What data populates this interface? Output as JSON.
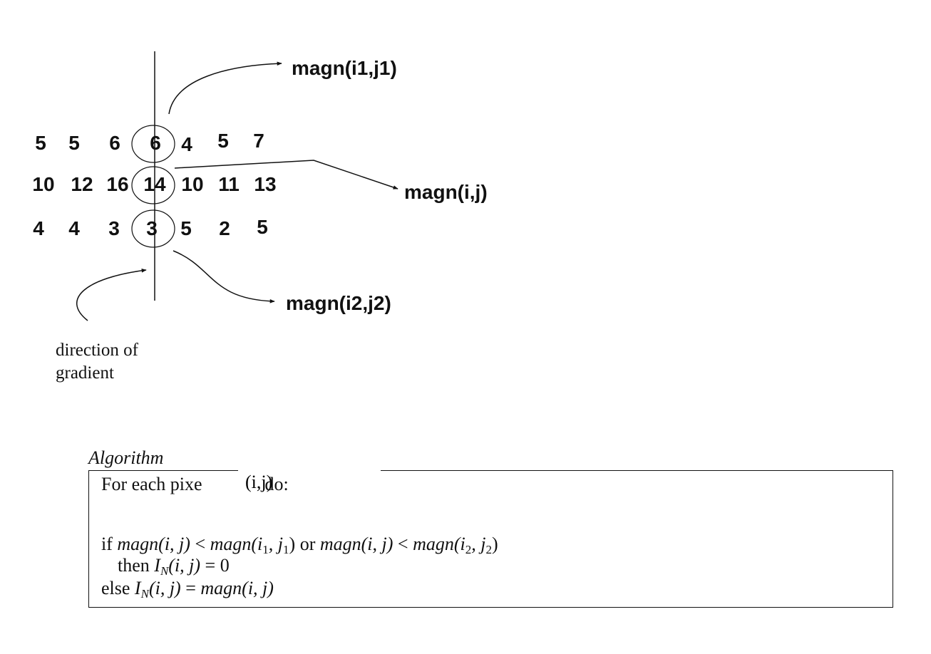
{
  "grid": {
    "rows": [
      [
        "5",
        "5",
        "6",
        "6",
        "4",
        "5",
        "7"
      ],
      [
        "10",
        "12",
        "16",
        "14",
        "10",
        "11",
        "13"
      ],
      [
        "4",
        "4",
        "3",
        "3",
        "5",
        "2",
        "5"
      ]
    ]
  },
  "labels": {
    "magn_i1_j1": "magn(i1,j1)",
    "magn_i_j": "magn(i,j)",
    "magn_i2_j2": "magn(i2,j2)",
    "direction_line1": "direction of",
    "direction_line2": "gradient"
  },
  "algorithm": {
    "title": "Algorithm",
    "line1_prefix": "For each pixe",
    "line1_tag": "(i,j)",
    "line1_suffix": "do:",
    "line2": {
      "if": "if ",
      "a": "magn",
      "a_args": "(i, j)",
      "lt1": " < ",
      "b": "magn",
      "b_open": "(i",
      "b_sub1": "1",
      "b_mid": ", j",
      "b_sub2": "1",
      "b_close": ")",
      "or": " or ",
      "c": "magn",
      "c_args": "(i, j)",
      "lt2": " < ",
      "d": "magn",
      "d_open": "(i",
      "d_sub1": "2",
      "d_mid": ", j",
      "d_sub2": "2",
      "d_close": ")"
    },
    "line3": {
      "then": "then ",
      "I": "I",
      "sub": "N",
      "args": "(i, j)",
      "rest": " = 0"
    },
    "line4": {
      "else": "else ",
      "I": "I",
      "sub": "N",
      "args": "(i, j)",
      "eq": " = ",
      "magn": "magn",
      "margs": "(i, j)"
    }
  }
}
